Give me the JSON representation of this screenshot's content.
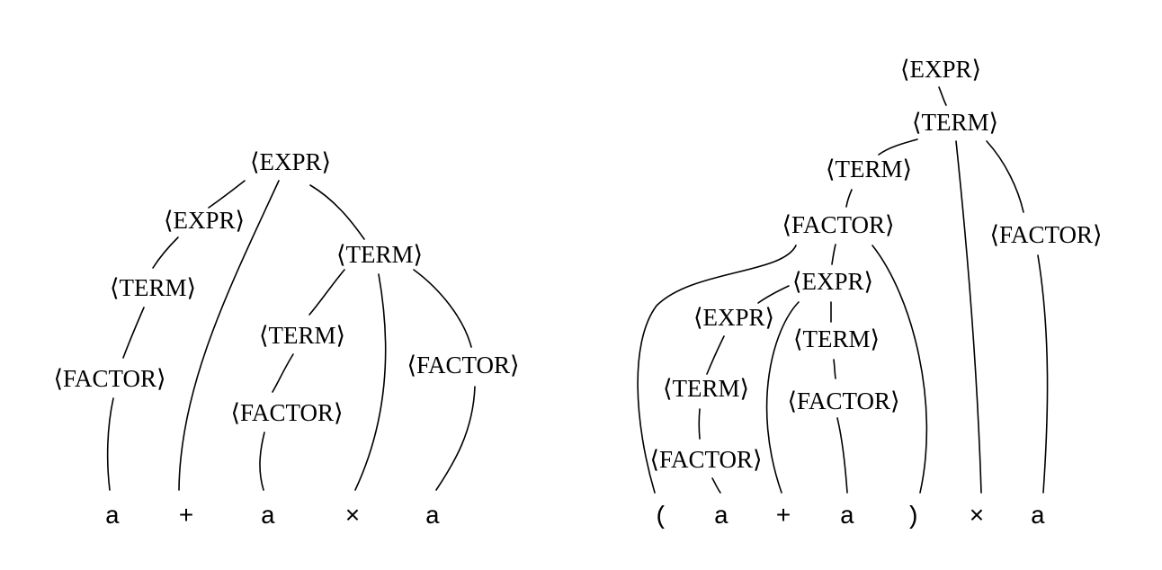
{
  "trees": [
    {
      "name": "parse-tree-a-plus-a-times-a",
      "nodes": [
        {
          "id": "expr_root",
          "label": "⟨EXPR⟩",
          "kind": "nonterminal"
        },
        {
          "id": "expr_left",
          "label": "⟨EXPR⟩",
          "kind": "nonterminal"
        },
        {
          "id": "term_left",
          "label": "⟨TERM⟩",
          "kind": "nonterminal"
        },
        {
          "id": "factor_left",
          "label": "⟨FACTOR⟩",
          "kind": "nonterminal"
        },
        {
          "id": "term_right",
          "label": "⟨TERM⟩",
          "kind": "nonterminal"
        },
        {
          "id": "term_inner",
          "label": "⟨TERM⟩",
          "kind": "nonterminal"
        },
        {
          "id": "factor_inner",
          "label": "⟨FACTOR⟩",
          "kind": "nonterminal"
        },
        {
          "id": "factor_right",
          "label": "⟨FACTOR⟩",
          "kind": "nonterminal"
        },
        {
          "id": "leaf_a1",
          "label": "a",
          "kind": "terminal"
        },
        {
          "id": "leaf_plus",
          "label": "+",
          "kind": "terminal"
        },
        {
          "id": "leaf_a2",
          "label": "a",
          "kind": "terminal"
        },
        {
          "id": "leaf_times",
          "label": "×",
          "kind": "terminal"
        },
        {
          "id": "leaf_a3",
          "label": "a",
          "kind": "terminal"
        }
      ],
      "edges": [
        [
          "expr_root",
          "expr_left"
        ],
        [
          "expr_root",
          "leaf_plus"
        ],
        [
          "expr_root",
          "term_right"
        ],
        [
          "expr_left",
          "term_left"
        ],
        [
          "term_left",
          "factor_left"
        ],
        [
          "factor_left",
          "leaf_a1"
        ],
        [
          "term_right",
          "term_inner"
        ],
        [
          "term_right",
          "leaf_times"
        ],
        [
          "term_right",
          "factor_right"
        ],
        [
          "term_inner",
          "factor_inner"
        ],
        [
          "factor_inner",
          "leaf_a2"
        ],
        [
          "factor_right",
          "leaf_a3"
        ]
      ]
    },
    {
      "name": "parse-tree-paren-a-plus-a-times-a",
      "nodes": [
        {
          "id": "expr_root",
          "label": "⟨EXPR⟩",
          "kind": "nonterminal"
        },
        {
          "id": "term_top",
          "label": "⟨TERM⟩",
          "kind": "nonterminal"
        },
        {
          "id": "term_mid",
          "label": "⟨TERM⟩",
          "kind": "nonterminal"
        },
        {
          "id": "factor_paren",
          "label": "⟨FACTOR⟩",
          "kind": "nonterminal"
        },
        {
          "id": "factor_outer",
          "label": "⟨FACTOR⟩",
          "kind": "nonterminal"
        },
        {
          "id": "expr_inner",
          "label": "⟨EXPR⟩",
          "kind": "nonterminal"
        },
        {
          "id": "expr_sub",
          "label": "⟨EXPR⟩",
          "kind": "nonterminal"
        },
        {
          "id": "term_sub",
          "label": "⟨TERM⟩",
          "kind": "nonterminal"
        },
        {
          "id": "factor_sub",
          "label": "⟨FACTOR⟩",
          "kind": "nonterminal"
        },
        {
          "id": "term_inner",
          "label": "⟨TERM⟩",
          "kind": "nonterminal"
        },
        {
          "id": "factor_inner",
          "label": "⟨FACTOR⟩",
          "kind": "nonterminal"
        },
        {
          "id": "leaf_lparen",
          "label": "(",
          "kind": "terminal"
        },
        {
          "id": "leaf_a1",
          "label": "a",
          "kind": "terminal"
        },
        {
          "id": "leaf_plus",
          "label": "+",
          "kind": "terminal"
        },
        {
          "id": "leaf_a2",
          "label": "a",
          "kind": "terminal"
        },
        {
          "id": "leaf_rparen",
          "label": ")",
          "kind": "terminal"
        },
        {
          "id": "leaf_times",
          "label": "×",
          "kind": "terminal"
        },
        {
          "id": "leaf_a3",
          "label": "a",
          "kind": "terminal"
        }
      ],
      "edges": [
        [
          "expr_root",
          "term_top"
        ],
        [
          "term_top",
          "term_mid"
        ],
        [
          "term_top",
          "leaf_times"
        ],
        [
          "term_top",
          "factor_outer"
        ],
        [
          "term_mid",
          "factor_paren"
        ],
        [
          "factor_paren",
          "leaf_lparen"
        ],
        [
          "factor_paren",
          "expr_inner"
        ],
        [
          "factor_paren",
          "leaf_rparen"
        ],
        [
          "expr_inner",
          "expr_sub"
        ],
        [
          "expr_inner",
          "leaf_plus"
        ],
        [
          "expr_inner",
          "term_inner"
        ],
        [
          "expr_sub",
          "term_sub"
        ],
        [
          "term_sub",
          "factor_sub"
        ],
        [
          "factor_sub",
          "leaf_a1"
        ],
        [
          "term_inner",
          "factor_inner"
        ],
        [
          "factor_inner",
          "leaf_a2"
        ],
        [
          "factor_outer",
          "leaf_a3"
        ]
      ]
    }
  ]
}
